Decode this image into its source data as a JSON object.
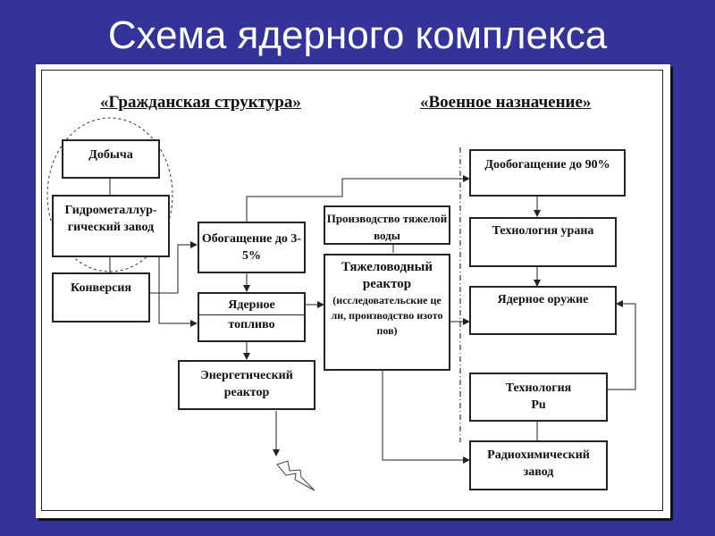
{
  "slide": {
    "title": "Схема ядерного комплекса",
    "background_color": "#333399"
  },
  "diagram": {
    "headers": {
      "civil": "«Гражданская структура»",
      "military": "«Военное назначение»"
    },
    "boxes": {
      "mining": "Добыча",
      "hydromet": "Гидрометаллур-гический завод",
      "conversion": "Конверсия",
      "enrichment": "Обогащение до 3-5%",
      "fuel_top": "Ядерное",
      "fuel_bottom": "топливо",
      "power_reactor": "Энергетический реактор",
      "heavy_water": "Производство тяжелой воды",
      "hw_reactor_title": "Тяжеловодный реактор",
      "hw_reactor_note": "(исследовательские цели, производство изотопов)",
      "high_enrichment": "Дообогащение до 90%",
      "uranium_tech": "Технология урана",
      "nuclear_weapons": "Ядерное оружие",
      "pu_tech": "Технология Pu",
      "radiochem": "Радиохимический завод"
    },
    "icons": {
      "lightning": "lightning-bolt-icon",
      "civil_group": "dashed-ellipse"
    }
  }
}
